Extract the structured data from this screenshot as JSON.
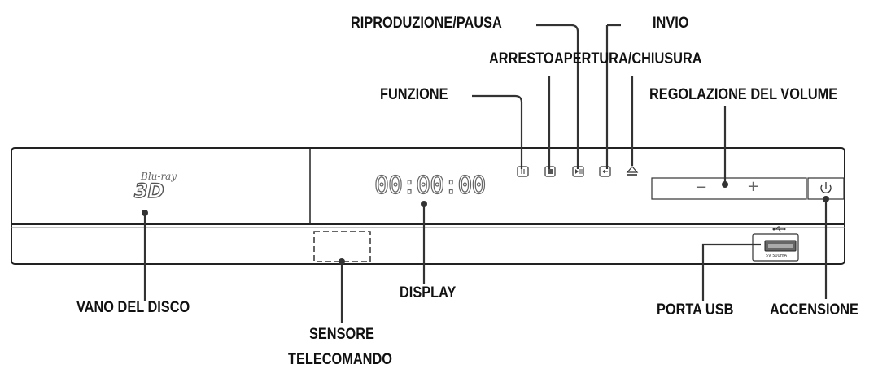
{
  "labels": {
    "riproduzione_pausa": "RIPRODUZIONE/PAUSA",
    "invio": "INVIO",
    "arresto": "ARRESTO",
    "apertura_chiusura": "APERTURA/CHIUSURA",
    "funzione": "FUNZIONE",
    "regolazione_volume": "REGOLAZIONE DEL VOLUME",
    "vano_disco": "VANO DEL DISCO",
    "display": "DISPLAY",
    "sensore_line1": "SENSORE",
    "sensore_line2": "TELECOMANDO",
    "porta_usb": "PORTA USB",
    "accensione": "ACCENSIONE"
  },
  "device": {
    "display_readout": "00:00:00",
    "logo_top": "Blu-ray",
    "logo_main": "3D",
    "volume_minus": "−",
    "volume_plus": "+",
    "usb_rating": "5V 500mA"
  },
  "colors": {
    "outline": "#222222",
    "leader": "#333333",
    "text": "#111111"
  },
  "icons": [
    "function-icon",
    "stop-icon",
    "play-pause-icon",
    "enter-icon",
    "eject-icon",
    "power-icon",
    "usb-icon"
  ]
}
